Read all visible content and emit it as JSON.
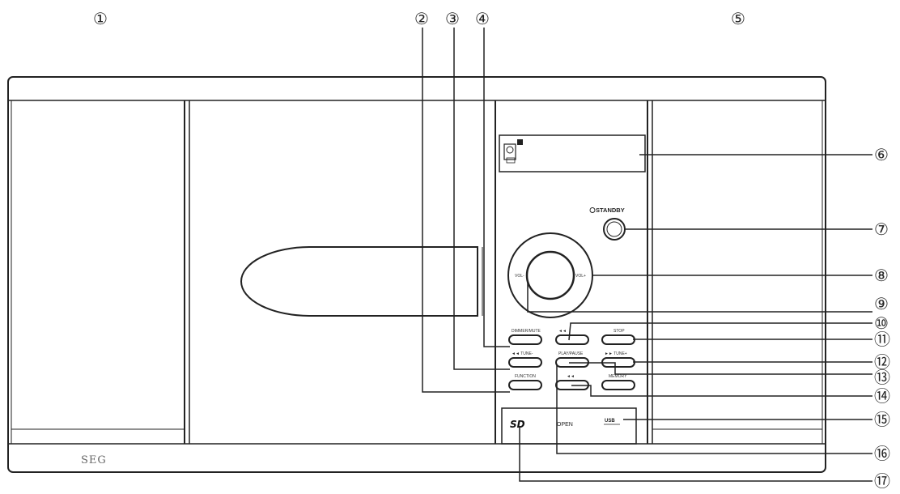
{
  "title": "",
  "device": {
    "brand": "SEG",
    "standby_label": "STANDBY",
    "open_label": "OPEN",
    "sd_label": "SD",
    "usb_label": "USB",
    "buttons": {
      "mute": "DIMMER/MUTE",
      "prev": "◄◄ TUNE-",
      "function": "FUNCTION",
      "skip_back": "◄◄",
      "play_pause": "PLAY/PAUSE",
      "repeat": "◄◄",
      "stop": "STOP",
      "next": "►► TUNE+",
      "memory": "MEMORY"
    },
    "knob_left": "VOL-",
    "knob_right": "VOL+"
  },
  "callouts": [
    "①",
    "②",
    "③",
    "④",
    "⑤",
    "⑥",
    "⑦",
    "⑧",
    "⑨",
    "⑩",
    "⑪",
    "⑫",
    "⑬",
    "⑭",
    "⑮",
    "⑯",
    "⑰"
  ]
}
